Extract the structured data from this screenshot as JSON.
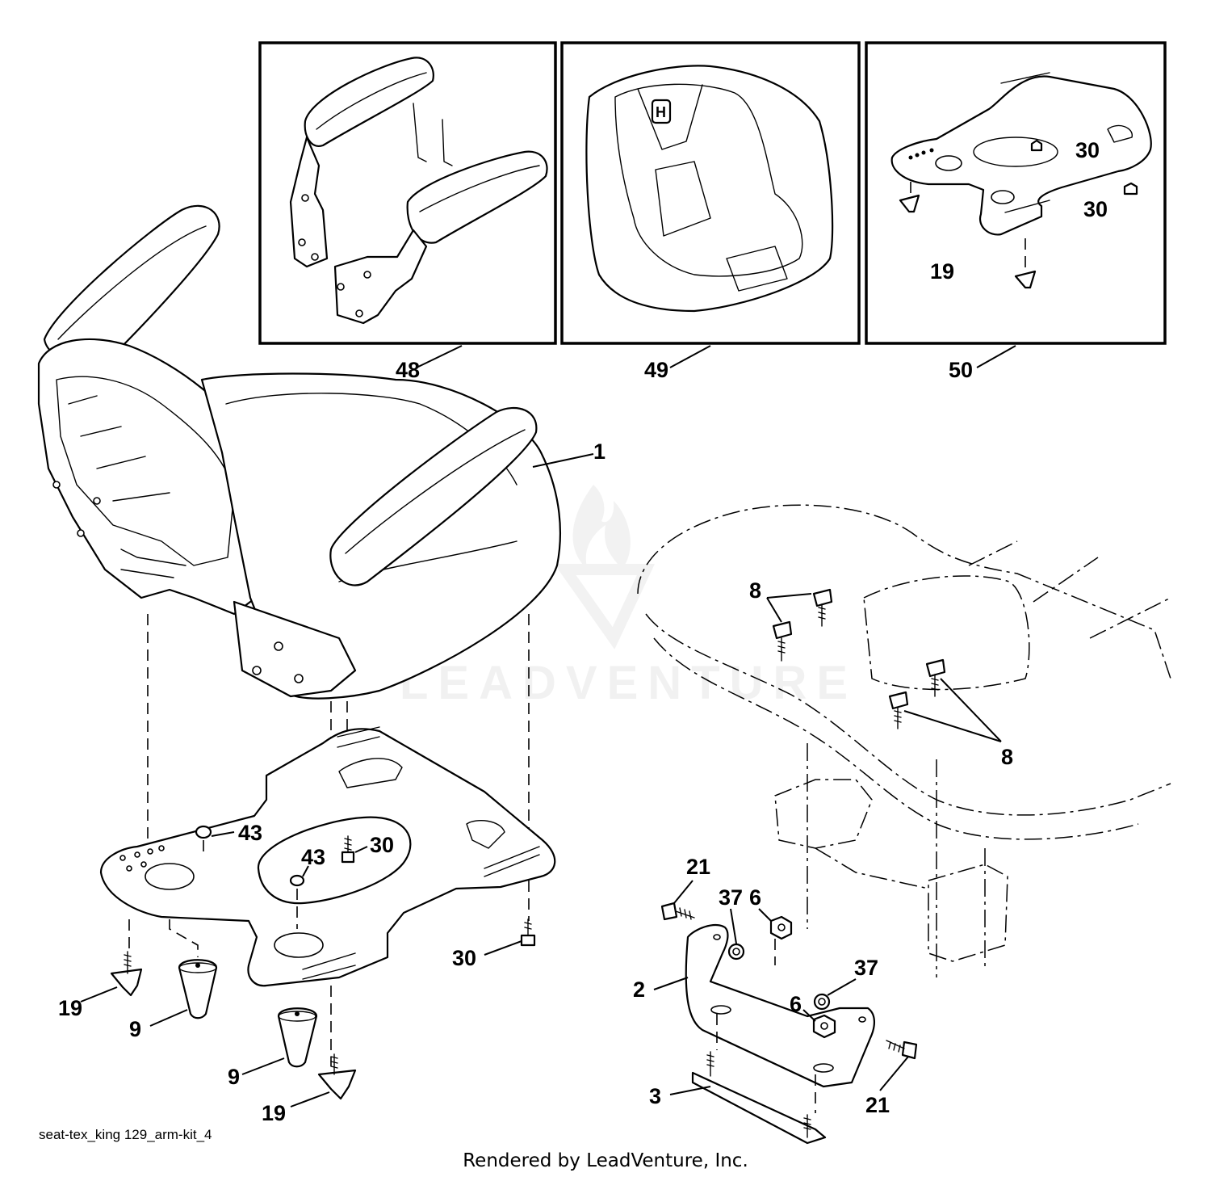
{
  "diagram": {
    "drawing_name": "seat-tex_king 129_arm-kit_4",
    "credit": "Rendered by LeadVenture, Inc.",
    "watermark": "LEADVENTURE",
    "callouts": {
      "c1": "1",
      "c2": "2",
      "c3": "3",
      "c6a": "6",
      "c6b": "6",
      "c8a": "8",
      "c8b": "8",
      "c9a": "9",
      "c9b": "9",
      "c19a": "19",
      "c19b": "19",
      "c19c": "19",
      "c21a": "21",
      "c21b": "21",
      "c30a": "30",
      "c30b": "30",
      "c30c": "30",
      "c30d": "30",
      "c37a": "37",
      "c37b": "37",
      "c43a": "43",
      "c43b": "43",
      "c48": "48",
      "c49": "49",
      "c50": "50"
    }
  }
}
